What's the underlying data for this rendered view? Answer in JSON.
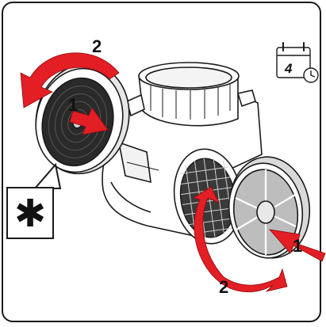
{
  "steps": {
    "step1_label": "1",
    "step2_label": "2"
  },
  "calendar_icon": {
    "number": "4",
    "icon": "calendar-clock-icon"
  },
  "callout": {
    "symbol": "✱",
    "icon": "asterisk-icon"
  },
  "colors": {
    "arrow": "#e31e24",
    "line": "#1a1a1a",
    "filter_dark": "#2a2a2a",
    "filter_light": "#bdbdbd"
  }
}
